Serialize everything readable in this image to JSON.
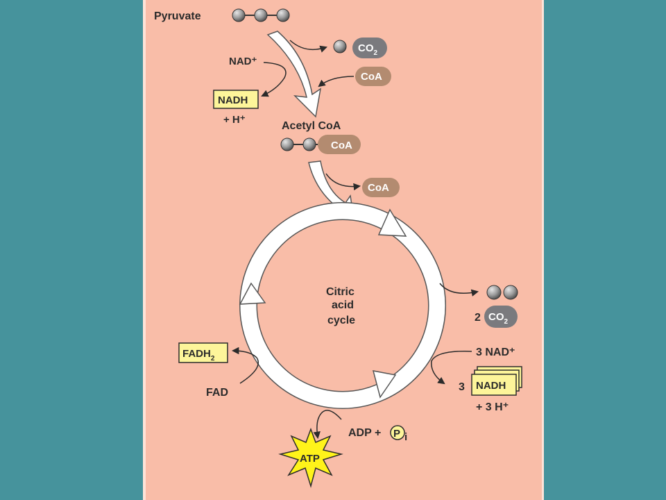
{
  "molecules": {
    "pyruvate": "Pyruvate",
    "nad_plus": "NAD⁺",
    "nadh": "NADH",
    "h_plus": "+ H⁺",
    "co2": "CO",
    "co2_sub": "2",
    "coa_in": "CoA",
    "acetyl_coa": "Acetyl CoA",
    "acetyl_coa_pill": "CoA",
    "coa_out": "CoA"
  },
  "cycle": {
    "label_line1": "Citric",
    "label_line2": "acid",
    "label_line3": "cycle"
  },
  "products": {
    "co2_count": "2",
    "co2": "CO",
    "co2_sub": "2",
    "nad_in": "3 NAD⁺",
    "nadh_count": "3",
    "nadh": "NADH",
    "h_plus": "+ 3 H⁺",
    "fadh2": "FADH",
    "fadh2_sub": "2",
    "fad": "FAD",
    "adp_pi": "ADP + ",
    "pi": "P",
    "pi_sub": "i",
    "atp": "ATP"
  },
  "colors": {
    "background": "#46939c",
    "panel": "#f9bda8",
    "co2_pill": "#7a7a7e",
    "coa_pill": "#b38b70",
    "nadh_box": "#fdf59a",
    "atp_burst": "#fff31a"
  }
}
